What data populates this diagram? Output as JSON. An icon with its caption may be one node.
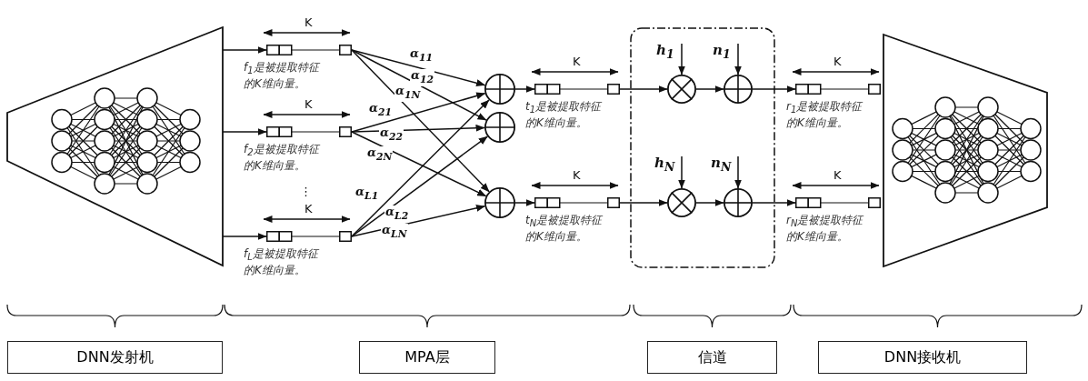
{
  "diagram": {
    "nodes": [
      {
        "text": [],
        "shape": "picture"
      },
      {
        "text": [
          "f$_{1}$是被提取特征的K维向量。"
        ]
      },
      {
        "text": [
          "f$_{2}$是被提取特征的K维向量。"
        ]
      },
      {
        "text": [
          "f$_{L}$是被提取特征的K维向量。"
        ]
      },
      {
        "text": [],
        "shape": "circle"
      },
      {
        "text": [],
        "shape": "circle"
      },
      {
        "text": [],
        "shape": "circle"
      },
      {
        "text": [
          "t$_{1}$是被提取特征的K维向量。"
        ]
      },
      {
        "text": [
          "t$_{N}$是被提取特征的K维向量。"
        ]
      },
      {
        "text": [],
        "shape": "box"
      },
      {
        "text": [
          "h$_{1}$"
        ],
        "in": 9
      },
      {
        "text": [
          "n$_{1}$"
        ],
        "in": 9
      },
      {
        "text": [],
        "shape": "circle",
        "in": 9
      },
      {
        "text": [],
        "shape": "circle",
        "in": 9
      },
      {
        "text": [
          "h$_{N}$"
        ],
        "in": 9
      },
      {
        "text": [
          "n$_{N}$"
        ],
        "in": 9
      },
      {
        "text": [],
        "shape": "circle",
        "in": 9
      },
      {
        "text": [],
        "shape": "circle",
        "in": 9
      },
      {
        "text": [
          "r$_{1}$是被提取特征的K维向量。"
        ]
      },
      {
        "text": [
          "r$_{N}$是被提取特征的K维向量。"
        ]
      },
      {
        "text": [],
        "shape": "picture"
      },
      {
        "text": [
          "DNN发射机"
        ]
      },
      {
        "text": [
          "MPA层"
        ]
      },
      {
        "text": [
          "信道"
        ]
      },
      {
        "text": [
          "DNN接收机"
        ]
      }
    ],
    "edges": [
      {
        "from": 0,
        "to": 1,
        "arrow": "to"
      },
      {
        "from": 0,
        "to": 2,
        "arrow": "to"
      },
      {
        "from": 0,
        "to": 3,
        "arrow": "to"
      },
      {
        "from": 1,
        "to": 4,
        "arrow": "to",
        "label": "α$_{11}$"
      },
      {
        "from": 1,
        "to": 5,
        "arrow": "to",
        "label": "α$_{12}$"
      },
      {
        "from": 1,
        "to": 6,
        "arrow": "to",
        "label": "α$_{1N}$"
      },
      {
        "from": 2,
        "to": 4,
        "arrow": "to",
        "label": "α$_{21}$"
      },
      {
        "from": 2,
        "to": 5,
        "arrow": "to",
        "label": "α$_{22}$"
      },
      {
        "from": 2,
        "to": 6,
        "arrow": "to",
        "label": "α$_{2N}$"
      },
      {
        "from": 3,
        "to": 4,
        "arrow": "to",
        "label": "α$_{L1}$"
      },
      {
        "from": 3,
        "to": 5,
        "arrow": "to",
        "label": "α$_{L2}$"
      },
      {
        "from": 3,
        "to": 6,
        "arrow": "to",
        "label": "α$_{LN}$"
      },
      {
        "from": 4,
        "to": 7,
        "arrow": "to"
      },
      {
        "from": 6,
        "to": 8,
        "arrow": "to"
      },
      {
        "from": 7,
        "to": 12,
        "arrow": "to"
      },
      {
        "from": 10,
        "to": 12,
        "arrow": "to"
      },
      {
        "from": 12,
        "to": 13,
        "arrow": "to"
      },
      {
        "from": 11,
        "to": 13,
        "arrow": "to"
      },
      {
        "from": 13,
        "to": 18,
        "arrow": "to"
      },
      {
        "from": 8,
        "to": 16,
        "arrow": "to"
      },
      {
        "from": 14,
        "to": 16,
        "arrow": "to"
      },
      {
        "from": 16,
        "to": 17,
        "arrow": "to"
      },
      {
        "from": 15,
        "to": 17,
        "arrow": "to"
      },
      {
        "from": 17,
        "to": 19,
        "arrow": "to"
      }
    ],
    "labels": [
      "K",
      "K",
      "⋮",
      "K",
      "K",
      "K",
      "K",
      "K"
    ]
  }
}
